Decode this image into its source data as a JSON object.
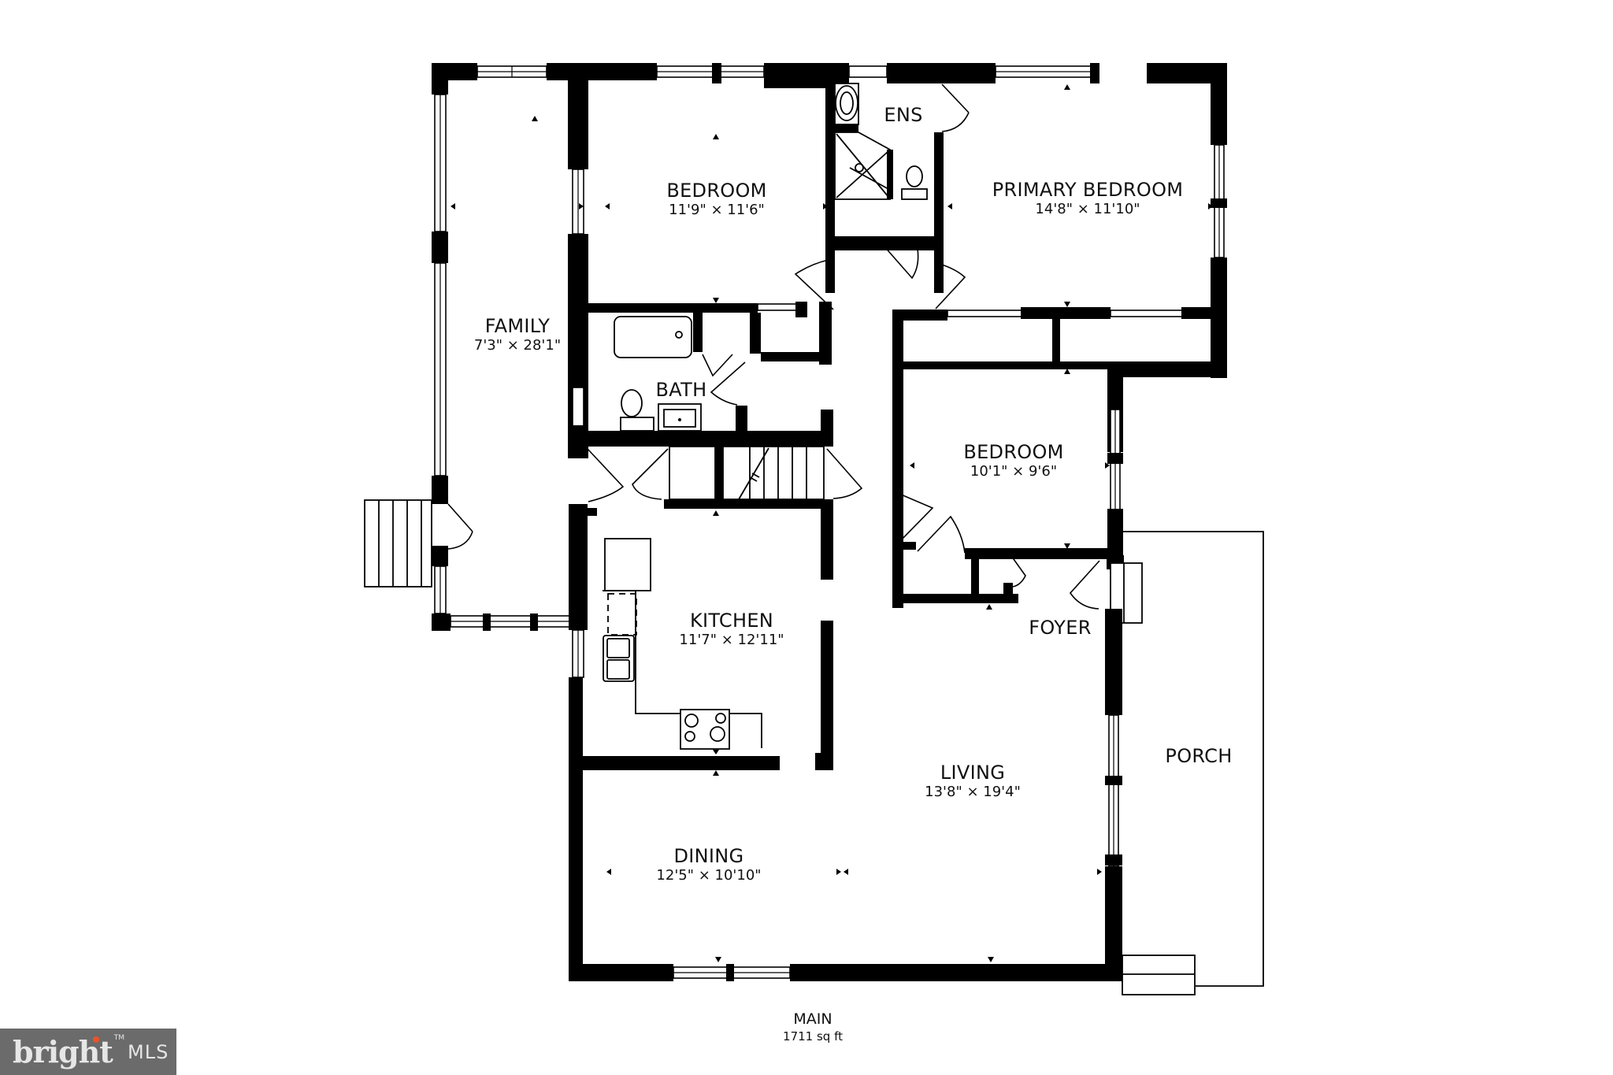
{
  "floor_plan": {
    "level": "MAIN",
    "total_area": "1711 sq ft",
    "rooms": [
      {
        "id": "family",
        "name": "FAMILY",
        "dimensions": "7'3\" × 28'1\""
      },
      {
        "id": "bedroom_1",
        "name": "BEDROOM",
        "dimensions": "11'9\" × 11'6\""
      },
      {
        "id": "ensuite",
        "name": "ENS",
        "dimensions": ""
      },
      {
        "id": "primary_bedroom",
        "name": "PRIMARY BEDROOM",
        "dimensions": "14'8\" × 11'10\""
      },
      {
        "id": "bath",
        "name": "BATH",
        "dimensions": ""
      },
      {
        "id": "bedroom_2",
        "name": "BEDROOM",
        "dimensions": "10'1\" × 9'6\""
      },
      {
        "id": "kitchen",
        "name": "KITCHEN",
        "dimensions": "11'7\" × 12'11\""
      },
      {
        "id": "foyer",
        "name": "FOYER",
        "dimensions": ""
      },
      {
        "id": "living",
        "name": "LIVING",
        "dimensions": "13'8\" × 19'4\""
      },
      {
        "id": "dining",
        "name": "DINING",
        "dimensions": "12'5\" × 10'10\""
      },
      {
        "id": "porch",
        "name": "PORCH",
        "dimensions": ""
      }
    ]
  },
  "branding": {
    "logo_text": "bright",
    "logo_tm": "TM",
    "logo_suffix": "MLS",
    "accent_color": "#e8542a",
    "logo_bg": "#6b6b6b"
  },
  "colors": {
    "wall": "#000000",
    "background": "#ffffff"
  }
}
